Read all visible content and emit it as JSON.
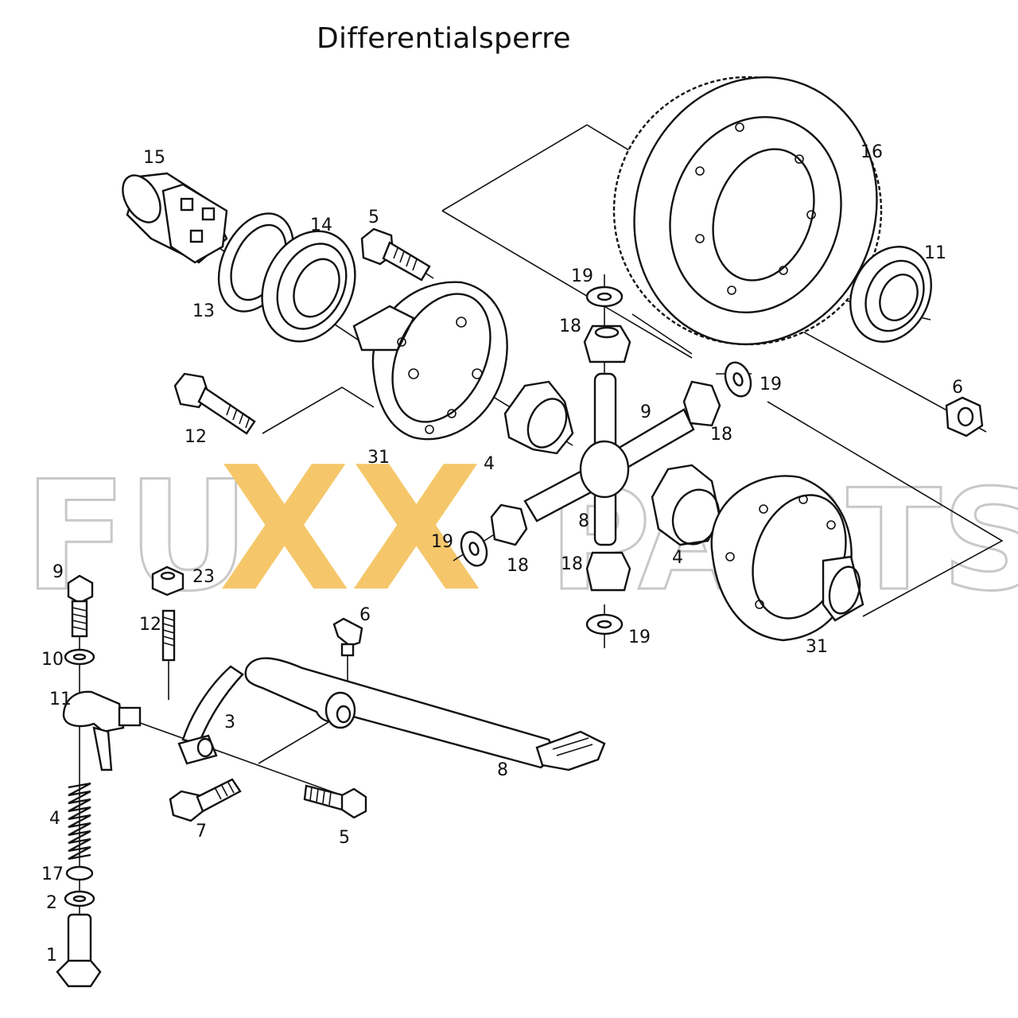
{
  "title": "Differentialsperre",
  "watermark": {
    "prefix": "FU",
    "xx": "XX",
    "suffix": "PARTS",
    "outline_color": "#c8c8c8",
    "xx_color": "#f5c76a"
  },
  "callouts": {
    "c15": "15",
    "c14": "14",
    "c13": "13",
    "c5a": "5",
    "c12a": "12",
    "c31a": "31",
    "c4a": "4",
    "c16": "16",
    "c11a": "11",
    "c6a": "6",
    "c19a": "19",
    "c18a": "18",
    "c19b": "19",
    "c9a": "9",
    "c18b": "18",
    "c8a": "8",
    "c4b": "4",
    "c19c": "19",
    "c18c": "18",
    "c18d": "18",
    "c19d": "19",
    "c31b": "31",
    "c9b": "9",
    "c23": "23",
    "c12b": "12",
    "c10": "10",
    "c11b": "11",
    "c6b": "6",
    "c3": "3",
    "c8b": "8",
    "c7": "7",
    "c5b": "5",
    "c4c": "4",
    "c17": "17",
    "c2": "2",
    "c1": "1"
  }
}
